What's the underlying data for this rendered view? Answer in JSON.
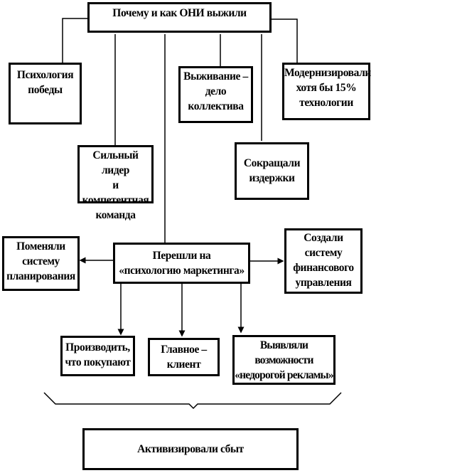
{
  "title": "Почему и  как ОНИ выжили",
  "top_factors": [
    {
      "label": "Психология\nпобеды"
    },
    {
      "label": "Сильный лидер\nи компетентная\nкоманда"
    },
    {
      "label": "Выживание –\nдело\nколлектива"
    },
    {
      "label": "Сокращали\nиздержки"
    },
    {
      "label": "Модернизировали\nхотя бы 15%\nтехнологии"
    }
  ],
  "center": {
    "label": "Перешли на\n«психологию маркетинга»"
  },
  "side": {
    "left": "Поменяли\nсистему\nпланирования",
    "right": "Создали\nсистему\nфинансового\nуправления"
  },
  "bottom_factors": [
    {
      "label": "Производить,\nчто покупают"
    },
    {
      "label": "Главное –\nклиент"
    },
    {
      "label": "Выявляли\nвозможности\n«недорогой рекламы»"
    }
  ],
  "result": "Активизировали сбыт"
}
